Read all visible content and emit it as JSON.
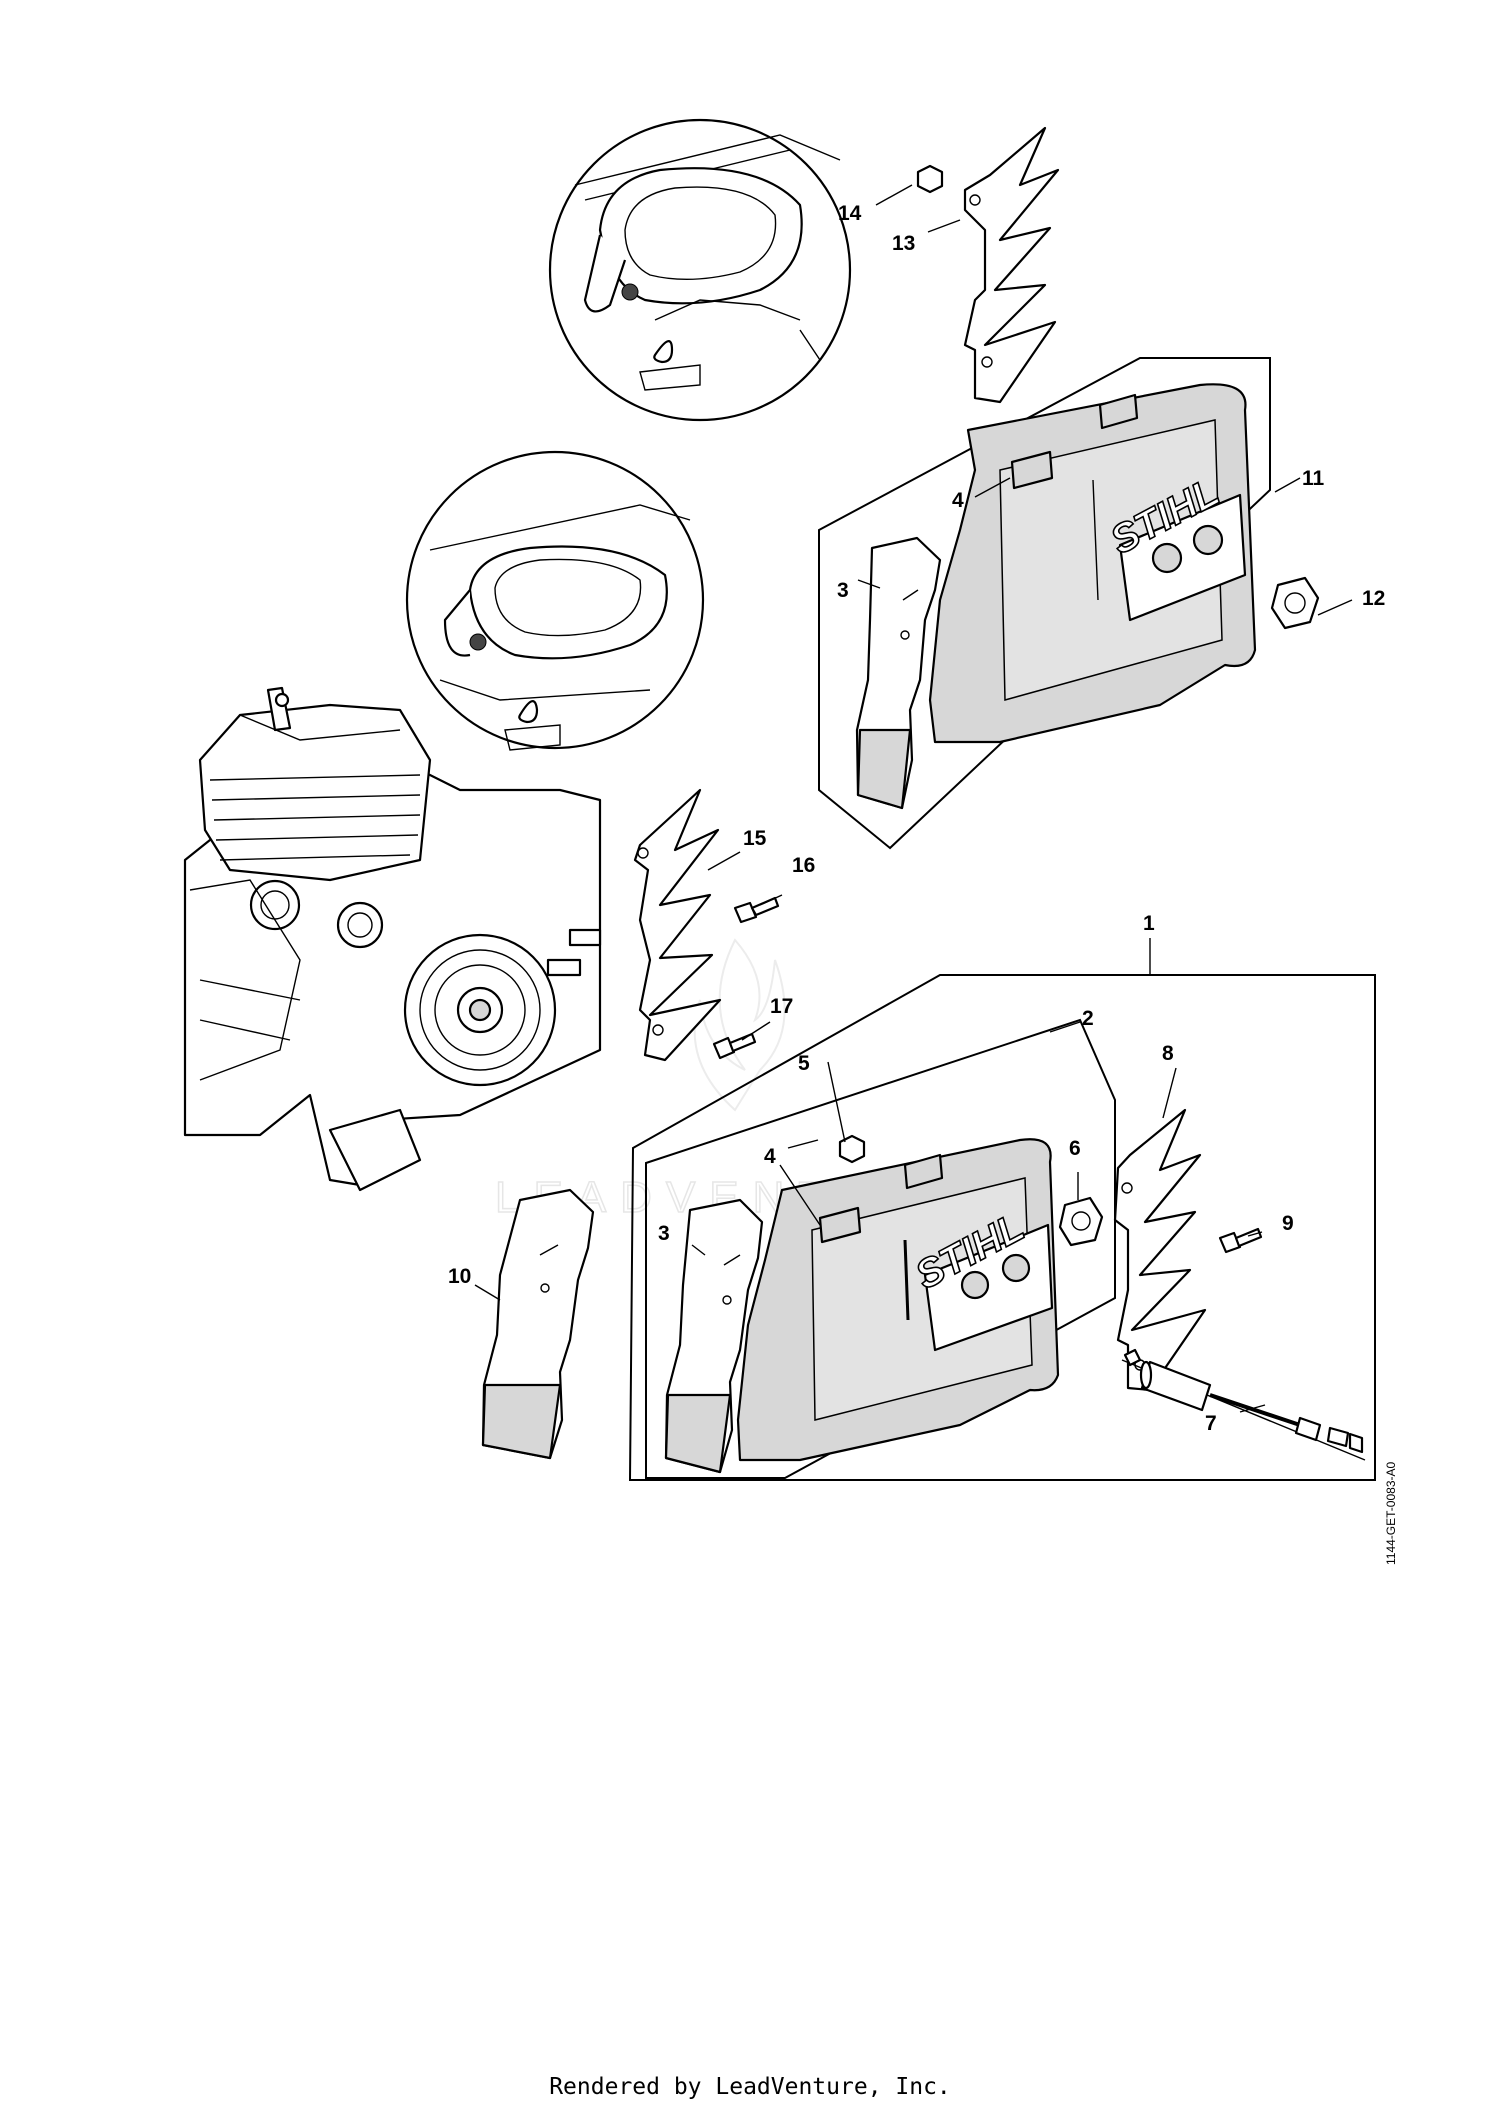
{
  "diagram": {
    "brand_logo_text": "STIHL",
    "watermark_text": "LEADVENTURE",
    "drawing_code": "1144-GET-0083-A0",
    "footer_text": "Rendered by LeadVenture, Inc.",
    "callouts": {
      "c1": "1",
      "c2": "2",
      "c3a": "3",
      "c3b": "3",
      "c4a": "4",
      "c4b": "4",
      "c5": "5",
      "c6": "6",
      "c7": "7",
      "c8": "8",
      "c9": "9",
      "c10": "10",
      "c11": "11",
      "c12": "12",
      "c13": "13",
      "c14": "14",
      "c15": "15",
      "c16": "16",
      "c17": "17"
    }
  }
}
